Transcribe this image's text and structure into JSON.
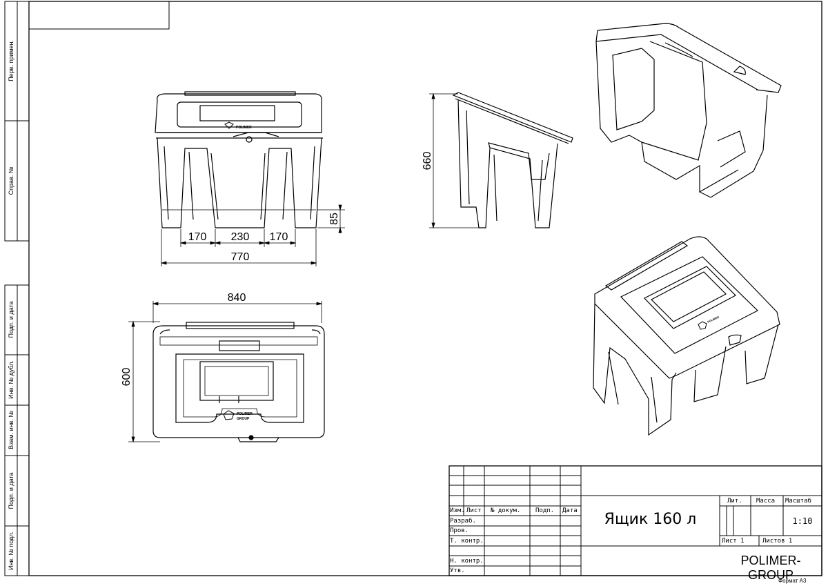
{
  "left_strip": {
    "labels": [
      "Перв. примен.",
      "Справ. №",
      "Подп. и дата",
      "Инв. № дубл.",
      "Взам. инв. №",
      "Подп. и дата",
      "Инв. № подл."
    ]
  },
  "dimensions": {
    "front_span_left": "170",
    "front_span_mid": "230",
    "front_span_right": "170",
    "front_width": "770",
    "front_clearance": "85",
    "side_height": "660",
    "top_width": "840",
    "top_depth": "600"
  },
  "logo": {
    "brand_top": "POLIMER",
    "brand_bottom": "GROUP"
  },
  "title_block": {
    "headers": [
      "Изм.",
      "Лист",
      "№ докум.",
      "Подп.",
      "Дата"
    ],
    "roles": [
      "Разраб.",
      "Пров.",
      "Т. контр.",
      "",
      "Н. контр.",
      "Утв."
    ],
    "title": "Ящик 160 л",
    "lit_label": "Лит.",
    "mass_label": "Масса",
    "scale_label": "Масштаб",
    "scale_value": "1:10",
    "sheet_label": "Лист 1",
    "sheets_label": "Листов 1",
    "company": "POLIMER-GROUP"
  },
  "format_label": "Формат А3"
}
